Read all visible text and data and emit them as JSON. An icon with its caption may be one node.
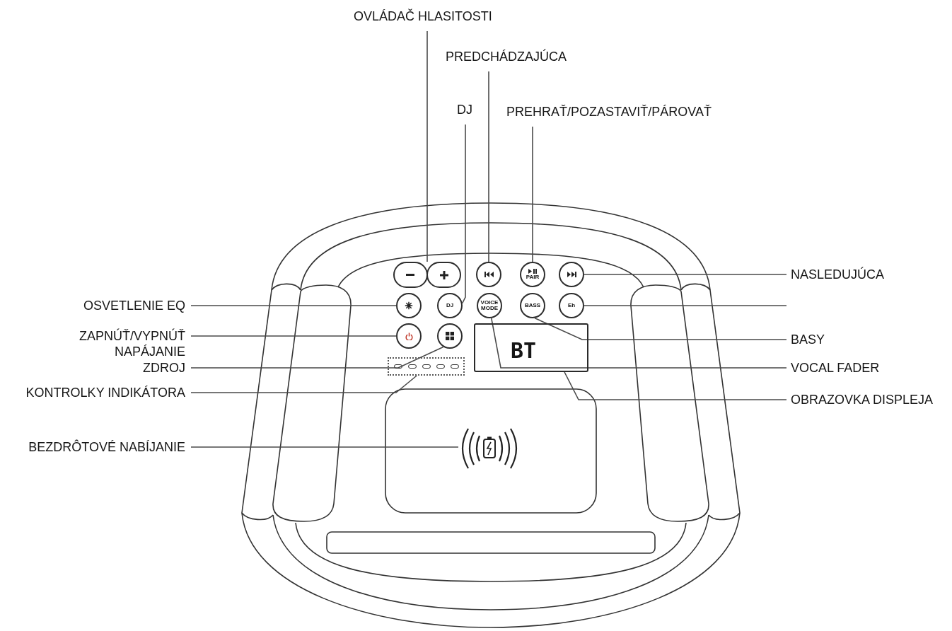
{
  "diagram": {
    "nodes": [
      {
        "text": [
          "OVLÁDAČ HLASITOSTI"
        ]
      },
      {
        "text": [
          "PREDCHÁDZAJÚCA"
        ]
      },
      {
        "text": [
          "DJ"
        ]
      },
      {
        "text": [
          "PREHRAŤ/POZASTAVIŤ/PÁROVAŤ"
        ]
      },
      {
        "text": [
          "NASLEDUJÚCA"
        ]
      },
      {
        "text": [
          "OSVETLENIE EQ"
        ]
      },
      {
        "text": [
          "ZAPNÚŤ/VYPNÚŤ NAPÁJANIE"
        ]
      },
      {
        "text": [
          "BASY"
        ]
      },
      {
        "text": [
          "ZDROJ"
        ]
      },
      {
        "text": [
          "VOCAL FADER"
        ]
      },
      {
        "text": [
          "KONTROLKY INDIKÁTORA"
        ]
      },
      {
        "text": [
          "OBRAZOVKA DISPLEJA"
        ]
      },
      {
        "text": [
          "BEZDRÔTOVÉ NABÍJANIE"
        ]
      },
      {
        "text": [],
        "shape": "button"
      },
      {
        "text": [],
        "shape": "button"
      },
      {
        "text": [
          "PAIR"
        ]
      },
      {
        "text": [],
        "shape": "button"
      },
      {
        "text": [],
        "shape": "button"
      },
      {
        "text": [
          "DJ"
        ]
      },
      {
        "text": [
          "VOICE MODE"
        ]
      },
      {
        "text": [
          "BASS"
        ]
      },
      {
        "text": [
          "Eh"
        ]
      },
      {
        "text": [],
        "shape": "button"
      },
      {
        "text": [],
        "shape": "button"
      },
      {
        "text": [
          "BT"
        ]
      },
      {
        "text": [],
        "shape": "box"
      },
      {
        "text": [],
        "shape": "icon"
      }
    ],
    "edges": [
      {
        "from": 0,
        "to": 13,
        "arrow": "none"
      },
      {
        "from": 1,
        "to": 14,
        "arrow": "none"
      },
      {
        "from": 2,
        "to": 18,
        "arrow": "none"
      },
      {
        "from": 3,
        "to": 15,
        "arrow": "none"
      },
      {
        "from": 4,
        "to": 16,
        "arrow": "none"
      },
      {
        "from": 5,
        "to": 17,
        "arrow": "none"
      },
      {
        "from": 6,
        "to": 22,
        "arrow": "none"
      },
      {
        "from": 7,
        "to": 20,
        "arrow": "none"
      },
      {
        "from": 8,
        "to": 23,
        "arrow": "none"
      },
      {
        "from": 9,
        "to": 19,
        "arrow": "none"
      },
      {
        "from": 10,
        "to": 25,
        "arrow": "none"
      },
      {
        "from": 11,
        "to": 24,
        "arrow": "none"
      },
      {
        "from": 12,
        "to": 26,
        "arrow": "none"
      },
      {
        "from": null,
        "to": 21,
        "arrow": "none"
      }
    ]
  }
}
